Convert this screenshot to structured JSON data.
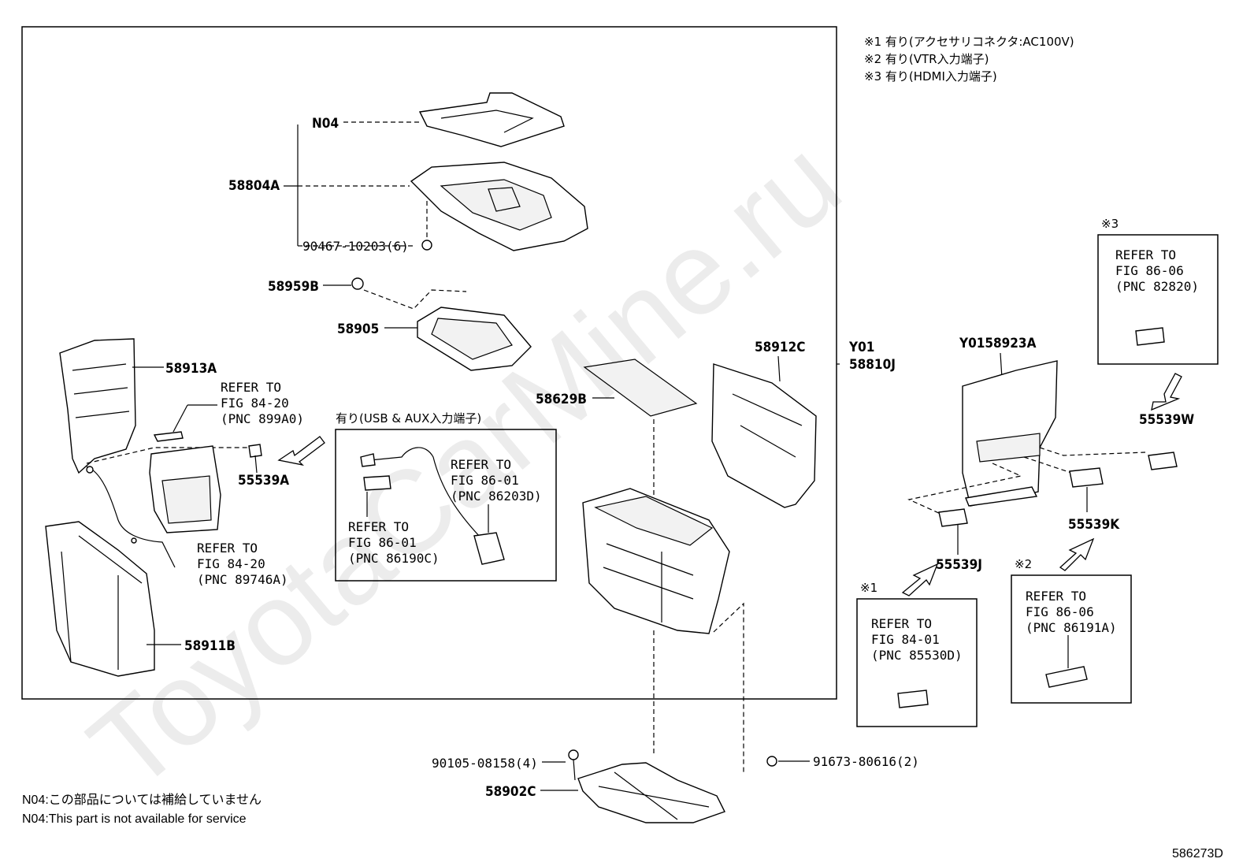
{
  "watermark": "ToyotaCarMine.ru",
  "notes": [
    "※1  有り(アクセサリコネクタ:AC100V)",
    "※2  有り(VTR入力端子)",
    "※3  有り(HDMI入力端子)"
  ],
  "footnotes": {
    "jp": "N04:この部品については補給していません",
    "en": "N04:This part is not available for service"
  },
  "figure_code": "586273D",
  "labels": {
    "n04": "N04",
    "p58804A": "58804A",
    "p90467": "90467-10203(6)",
    "p58959B": "58959B",
    "p58905": "58905",
    "p58913A": "58913A",
    "p55539A": "55539A",
    "p58911B": "58911B",
    "p58629B": "58629B",
    "p58912C": "58912C",
    "y01": "Y01",
    "p58810J": "58810J",
    "p58923A": "Y0158923A",
    "p55539W": "55539W",
    "p55539K": "55539K",
    "p55539J": "55539J",
    "p90105": "90105-08158(4)",
    "p58902C": "58902C",
    "p91673": "91673-80616(2)"
  },
  "usb_box_title": "有り(USB & AUX入力端子)",
  "refs": {
    "r899A0": [
      "REFER TO",
      "FIG 84-20",
      "(PNC 899A0)"
    ],
    "r89746A": [
      "REFER TO",
      "FIG 84-20",
      "(PNC 89746A)"
    ],
    "r86203D": [
      "REFER TO",
      "FIG 86-01",
      "(PNC 86203D)"
    ],
    "r86190C": [
      "REFER TO",
      "FIG 86-01",
      "(PNC 86190C)"
    ],
    "r82820": [
      "REFER TO",
      "FIG 86-06",
      "(PNC 82820)"
    ],
    "r86191A": [
      "REFER TO",
      "FIG 86-06",
      "(PNC 86191A)"
    ],
    "r85530D": [
      "REFER TO",
      "FIG 84-01",
      "(PNC 85530D)"
    ]
  },
  "marks": {
    "m1": "※1",
    "m2": "※2",
    "m3": "※3"
  }
}
